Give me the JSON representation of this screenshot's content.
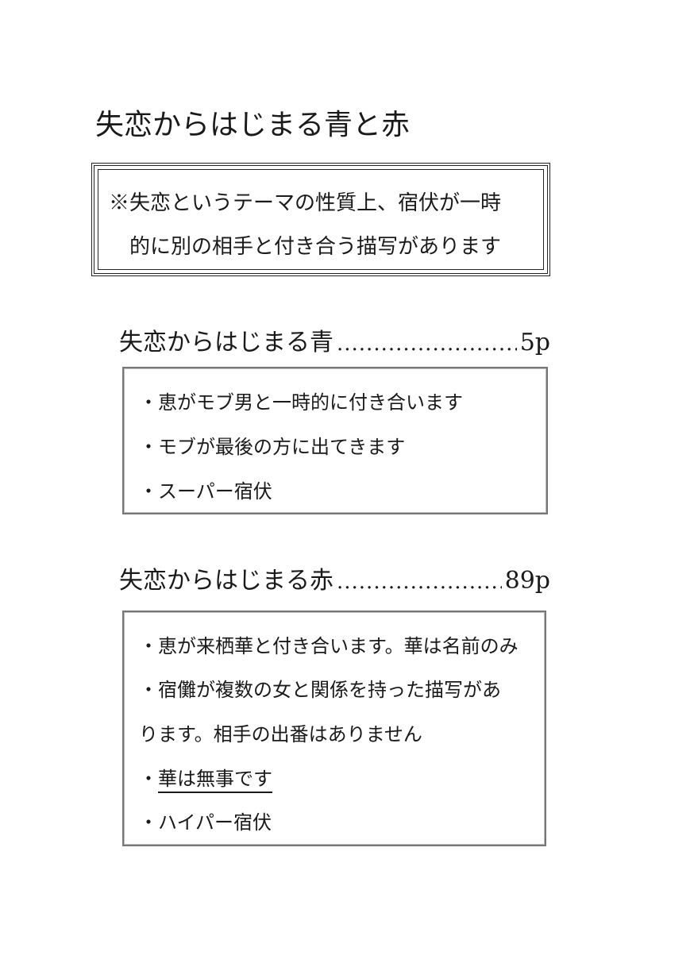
{
  "title": "失恋からはじまる青と赤",
  "warning": {
    "lines": [
      "※失恋というテーマの性質上、宿伏が一時",
      "的に別の相手と付き合う描写があります"
    ]
  },
  "sections": [
    {
      "heading": "失恋からはじまる青",
      "page": "5p",
      "items": [
        "・恵がモブ男と一時的に付き合います",
        "・モブが最後の方に出てきます",
        "・スーパー宿伏"
      ]
    },
    {
      "heading": "失恋からはじまる赤",
      "page": "89p",
      "items": [
        "・恵が来栖華と付き合います。華は名前のみ",
        "・宿儺が複数の女と関係を持った描写があ",
        "ります。相手の出番はありません",
        "・",
        "華は無事です",
        "・ハイパー宿伏"
      ]
    }
  ]
}
